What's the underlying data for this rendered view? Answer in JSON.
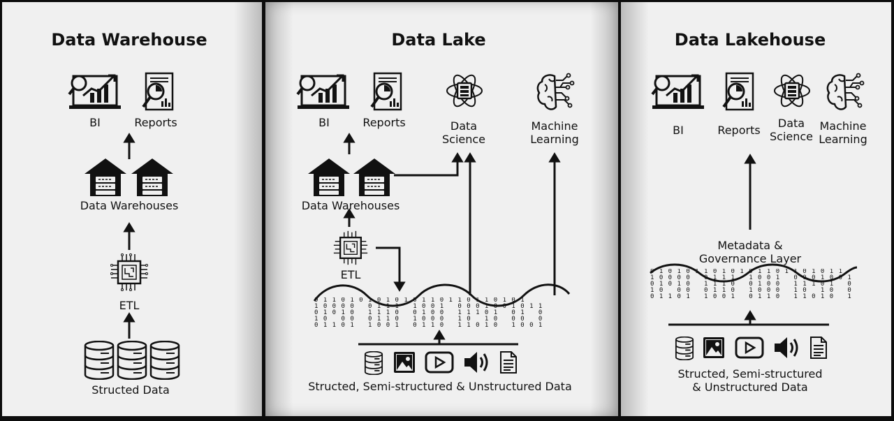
{
  "panels": {
    "warehouse": {
      "title": "Data Warehouse",
      "bi": "BI",
      "reports": "Reports",
      "warehouses": "Data Warehouses",
      "etl": "ETL",
      "source": "Structed Data"
    },
    "lake": {
      "title": "Data Lake",
      "bi": "BI",
      "reports": "Reports",
      "data_science": [
        "Data",
        "Science"
      ],
      "machine_learning": [
        "Machine",
        "Learning"
      ],
      "warehouses": "Data Warehouses",
      "etl": "ETL",
      "source": "Structed, Semi-structured & Unstructured Data"
    },
    "lakehouse": {
      "title": "Data Lakehouse",
      "bi": "BI",
      "reports": "Reports",
      "data_science": [
        "Data",
        "Science"
      ],
      "machine_learning": [
        "Machine",
        "Learning"
      ],
      "layer": [
        "Metadata &",
        "Governance Layer"
      ],
      "source": [
        "Structed, Semi-structured",
        "& Unstructured Data"
      ]
    }
  },
  "icons": [
    "bi-chart-icon",
    "report-icon",
    "data-science-atom-icon",
    "machine-learning-brain-icon",
    "warehouse-icon",
    "etl-chip-icon",
    "database-icon",
    "image-icon",
    "video-icon",
    "audio-icon",
    "document-icon",
    "binary-wave-icon",
    "arrow-icon"
  ],
  "colors": {
    "background": "#f0f0f0",
    "ink": "#111111",
    "frame": "#0d0d0d"
  }
}
